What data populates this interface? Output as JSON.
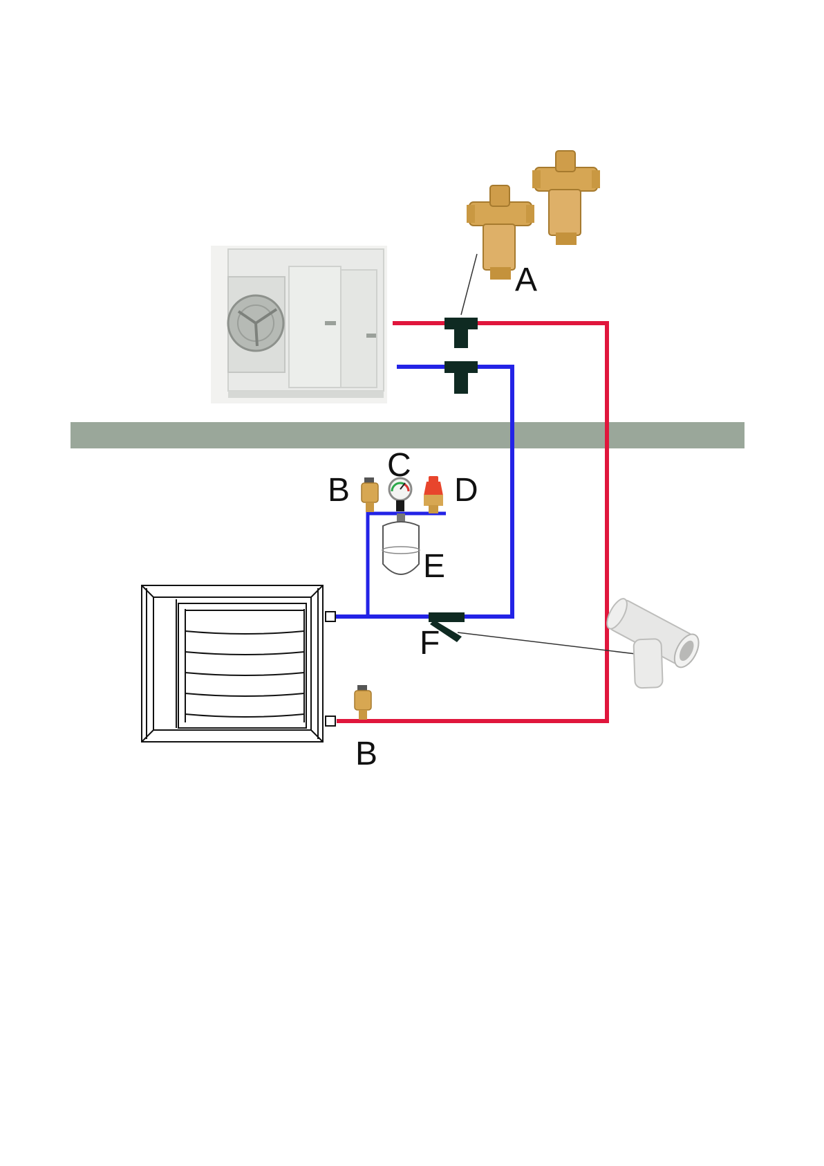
{
  "labels": {
    "A": "A",
    "B_top": "B",
    "C": "C",
    "D": "D",
    "E": "E",
    "F": "F",
    "B_bottom": "B"
  },
  "colors": {
    "hot_pipe": "#e0163c",
    "cold_pipe": "#2323e6",
    "wall": "#9aa79a",
    "fitting": "#0f2a22",
    "brass": "#d4a24c",
    "red_valve": "#e8452c",
    "outline": "#111111"
  },
  "icons": {
    "heat_pump": "outdoor-heat-pump-unit",
    "mixing_valve": "brass-thermostatic-mixing-valve",
    "air_vent": "brass-automatic-air-vent",
    "gauge": "pressure-gauge",
    "safety_valve": "red-safety-relief-valve",
    "expansion_tank": "expansion-vessel",
    "strainer": "y-strainer",
    "heater": "fan-coil-unit-heater"
  }
}
